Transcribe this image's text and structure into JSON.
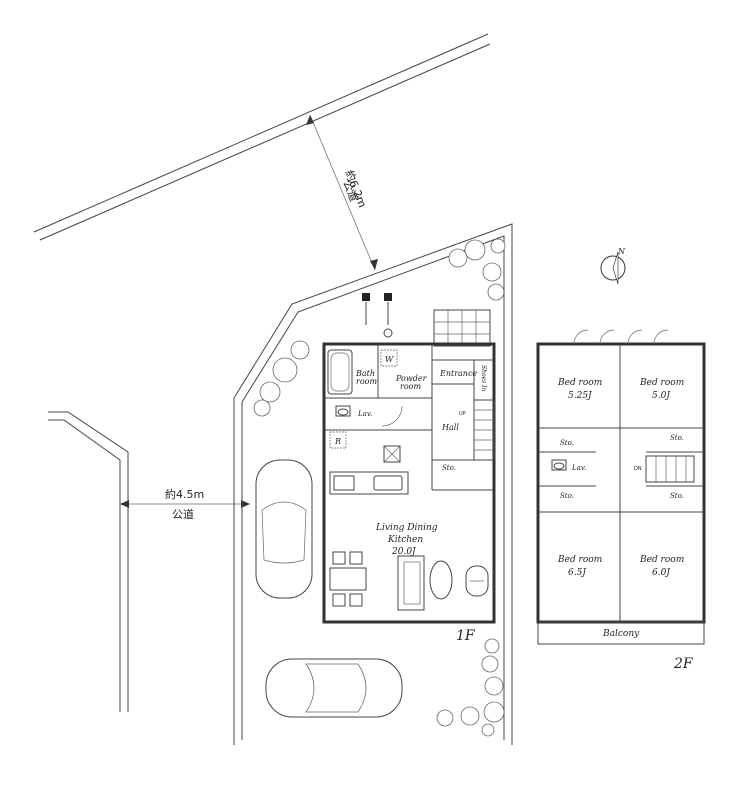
{
  "road_top": {
    "distance": "約6.2m",
    "type": "公道"
  },
  "road_left": {
    "distance": "約4.5m",
    "type": "公道"
  },
  "floor1": {
    "label": "1F",
    "rooms": {
      "bath": [
        "Bath",
        "room"
      ],
      "powder": [
        "Powder",
        "room"
      ],
      "entrance": "Entrance",
      "shoe_in": "Shoes In",
      "living": [
        "Living Dining",
        "Kitchen",
        "20.0J"
      ],
      "hall": "Hall",
      "storage": "Sto.",
      "lavatory": "Lav.",
      "washer": "W",
      "refrigerator": "R",
      "up": "UP"
    }
  },
  "floor2": {
    "label": "2F",
    "rooms": {
      "bed_nw": [
        "Bed room",
        "5.25J"
      ],
      "bed_ne": [
        "Bed room",
        "5.0J"
      ],
      "bed_sw": [
        "Bed room",
        "6.5J"
      ],
      "bed_se": [
        "Bed room",
        "6.0J"
      ],
      "sto_1": "Sto.",
      "sto_2": "Sto.",
      "sto_3": "Sto.",
      "sto_4": "Sto.",
      "lavatory": "Lav.",
      "down": "DN",
      "balcony": "Balcony"
    }
  },
  "compass": {
    "north": "N"
  },
  "icons": [
    "north-arrow-icon",
    "car-icon",
    "tree-icon",
    "toilet-icon",
    "bathtub-icon",
    "sofa-icon",
    "dining-table-icon",
    "stairs-icon"
  ]
}
